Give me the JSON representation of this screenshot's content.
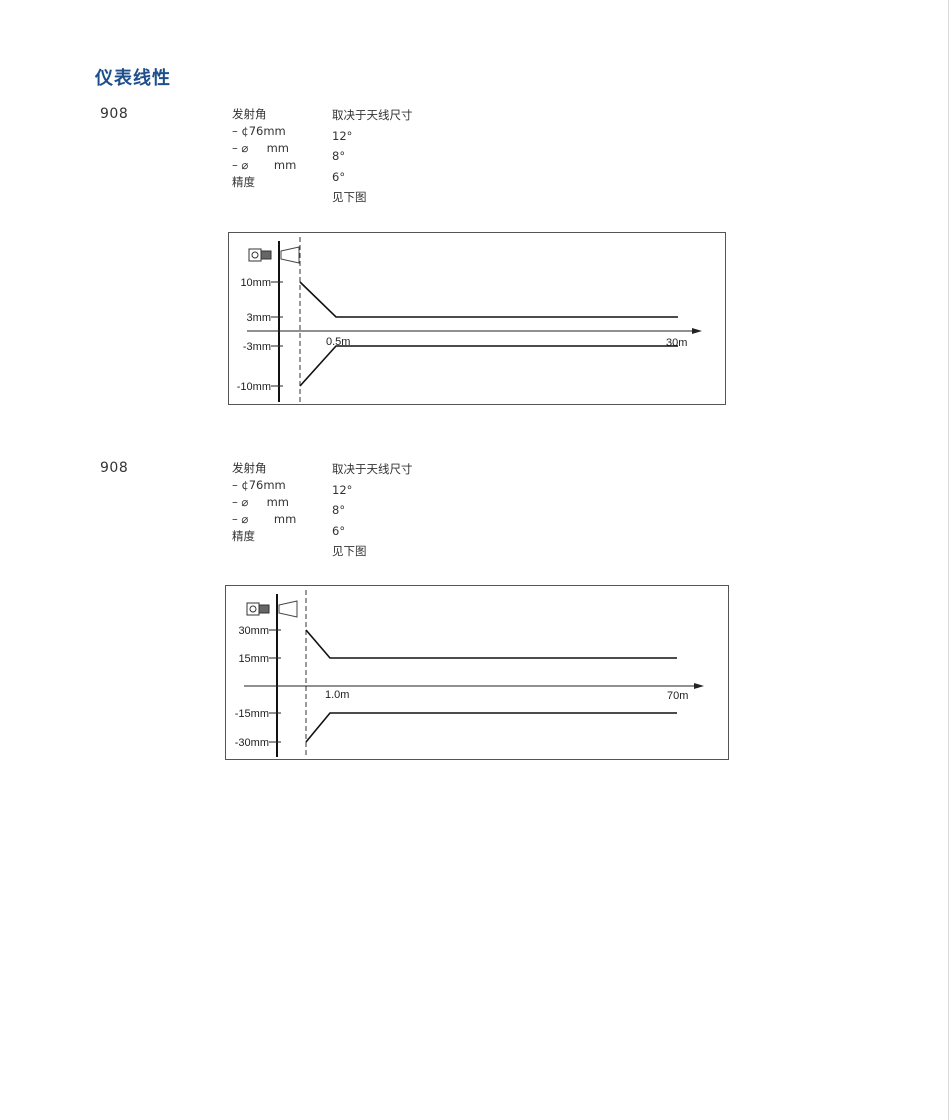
{
  "page_title": "仪表线性",
  "sections": [
    {
      "model": "908",
      "spec_labels": [
        "发射角",
        "– ¢76mm",
        "– ⌀     mm",
        "– ⌀       mm",
        "精度"
      ],
      "spec_values": [
        "取决于天线尺寸",
        "12°",
        "8°",
        "6°",
        "见下图"
      ]
    },
    {
      "model": "908",
      "spec_labels": [
        "发射角",
        "– ¢76mm",
        "– ⌀     mm",
        "– ⌀       mm",
        "精度"
      ],
      "spec_values": [
        "取决于天线尺寸",
        "12°",
        "8°",
        "6°",
        "见下图"
      ]
    }
  ],
  "chart_data": [
    {
      "type": "line",
      "y_tick_labels": [
        "10mm",
        "3mm",
        "-3mm",
        "-10mm"
      ],
      "y_ticks": [
        10,
        3,
        -3,
        -10
      ],
      "x_tick_labels": [
        "0.5m",
        "30m"
      ],
      "x_ticks": [
        0.5,
        30
      ],
      "series": [
        {
          "x": [
            0,
            0.5,
            30
          ],
          "y": [
            10,
            3,
            3
          ]
        },
        {
          "x": [
            0,
            0.5,
            30
          ],
          "y": [
            -10,
            -3,
            -3
          ]
        }
      ]
    },
    {
      "type": "line",
      "y_tick_labels": [
        "30mm",
        "15mm",
        "-15mm",
        "-30mm"
      ],
      "y_ticks": [
        30,
        15,
        -15,
        -30
      ],
      "x_tick_labels": [
        "1.0m",
        "70m"
      ],
      "x_ticks": [
        1.0,
        70
      ],
      "series": [
        {
          "x": [
            0,
            1.0,
            70
          ],
          "y": [
            30,
            15,
            15
          ]
        },
        {
          "x": [
            0,
            1.0,
            70
          ],
          "y": [
            -30,
            -15,
            -15
          ]
        }
      ]
    }
  ]
}
